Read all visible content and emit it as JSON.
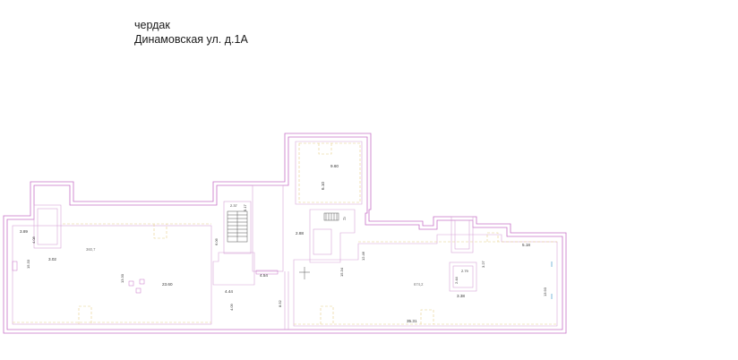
{
  "title": {
    "line1": "чердак",
    "line2": "Динамовская ул. д.1А"
  },
  "colors": {
    "outer_wall": "#c872c8",
    "inner_line": "#d8c5d8",
    "dashed_line": "#e0c77a",
    "structure": "#555555",
    "accent_blue": "#5fa8d3"
  },
  "dimensions": {
    "d_9_60": "9.60",
    "d_6_10": "6.10",
    "d_2_37": "2.37",
    "d_5_17": "5.17",
    "d_6_06": "6.06",
    "d_3_89": "3.89",
    "d_4_08": "4.08",
    "d_3_02": "3.02",
    "d_15_33": "15.33",
    "d_13_30": "13.30",
    "d_23_60": "23.60",
    "d_4_44": "4.44",
    "d_4_54": "4.54",
    "d_4_09": "4.09",
    "d_8_52": "8.52",
    "d_2_88": "2.88",
    "d_15_34": "15.34",
    "d_12_46": "12.46",
    "d_5_18": "5.18",
    "d_2_79": "2.79",
    "d_2_44": "2.44",
    "d_3_27": "3.27",
    "d_3_38": "3.38",
    "d_13_93": "13.93",
    "d_35_31": "35.31"
  },
  "room_labels": {
    "left_room": "360,7",
    "right_room": "674,2",
    "stair_label": "Д"
  }
}
